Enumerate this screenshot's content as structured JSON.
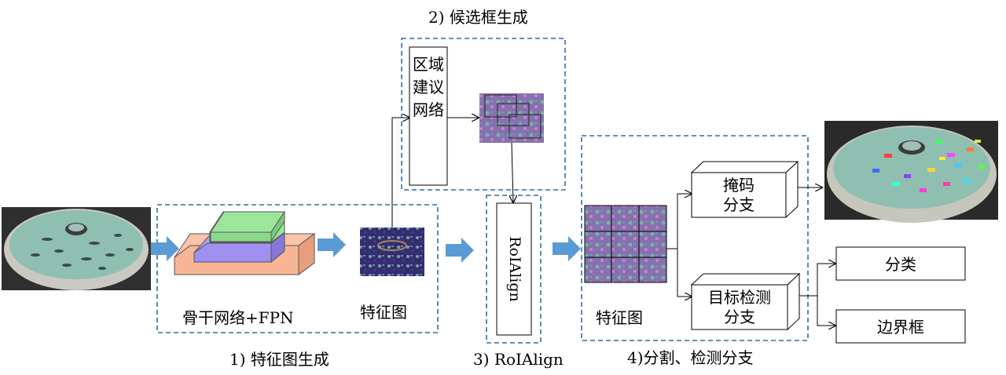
{
  "titles": {
    "stage1": "1) 特征图生成",
    "stage2": "2) 候选框生成",
    "stage3": "3) RoIAlign",
    "stage4": "4)分割、检测分支"
  },
  "labels": {
    "backbone": "骨干网络+FPN",
    "feature_map_1": "特征图",
    "feature_map_2": "特征图"
  },
  "boxes": {
    "rpn": "区域建议网络",
    "roialign": "RoIAlign",
    "mask_line1": "掩码",
    "mask_line2": "分支",
    "det_line1": "目标检测",
    "det_line2": "分支",
    "classify": "分类",
    "bbox": "边界框"
  },
  "colors": {
    "dashed_border": "#2e6da4",
    "arrow_fill": "#5b9bd5",
    "layer_bottom": "#f8b595",
    "layer_middle": "#9f8ff0",
    "layer_top": "#9ce69c",
    "water": "#8fbfb0",
    "feature_dark": "#2b1b5e",
    "feature_mid": "#7a6fb5"
  }
}
